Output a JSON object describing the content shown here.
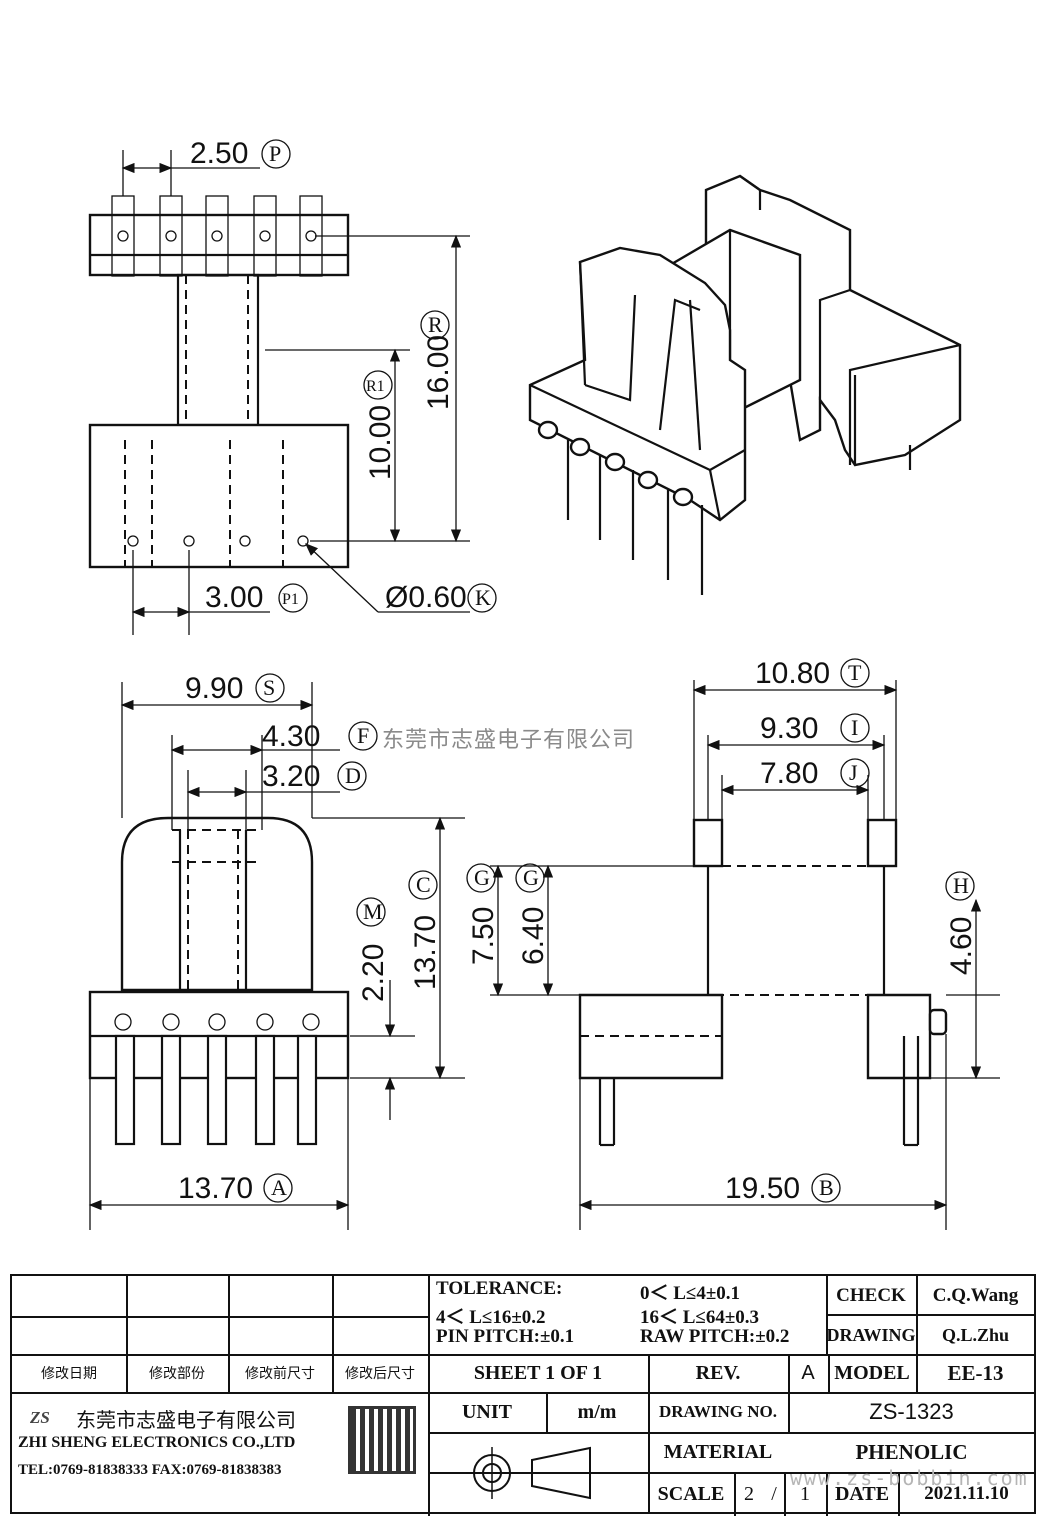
{
  "dimensions": {
    "P": "2.50",
    "R": "16.00",
    "R1": "10.00",
    "P1": "3.00",
    "K": "Ø0.60",
    "S": "9.90",
    "F": "4.30",
    "D": "3.20",
    "C": "13.70",
    "M": "2.20",
    "A": "13.70",
    "T": "10.80",
    "I": "9.30",
    "J": "7.80",
    "G1": "7.50",
    "G2": "6.40",
    "H": "4.60",
    "B": "19.50"
  },
  "tags": {
    "P": "P",
    "R": "R",
    "R1": "R1",
    "P1": "P1",
    "K": "K",
    "S": "S",
    "F": "F",
    "D": "D",
    "C": "C",
    "M": "M",
    "A": "A",
    "T": "T",
    "I": "I",
    "J": "J",
    "G": "G",
    "H": "H",
    "B": "B"
  },
  "watermark": "东莞市志盛电子有限公司",
  "watermark_url": "www.zs-bobbin.com",
  "title_block": {
    "tolerance_label": "TOLERANCE:",
    "tol_1": "0＜ L≤4±0.1",
    "tol_2": "4＜ L≤16±0.2",
    "tol_3": "16＜ L≤64±0.3",
    "pin_pitch": "PIN  PITCH:±0.1",
    "raw_pitch": "RAW  PITCH:±0.2",
    "check_label": "CHECK",
    "check_value": "C.Q.Wang",
    "drawing_label": "DRAWING",
    "drawing_value": "Q.L.Zhu",
    "rev_headers": [
      "修改日期",
      "修改部份",
      "修改前尺寸",
      "修改后尺寸"
    ],
    "sheet": "SHEET  1  OF  1",
    "rev_label": "REV.",
    "rev_value": "A",
    "model_label": "MODEL",
    "model_value": "EE-13",
    "company_cn": "东莞市志盛电子有限公司",
    "company_en": "ZHI SHENG  ELECTRONICS CO.,LTD",
    "company_tel": "TEL:0769-81838333 FAX:0769-81838383",
    "logo_text": "ZS",
    "unit_label": "UNIT",
    "unit_value": "m/m",
    "drawing_no_label": "DRAWING  NO.",
    "drawing_no_value": "ZS-1323",
    "material_label": "MATERIAL",
    "material_value": "PHENOLIC",
    "scale_label": "SCALE",
    "scale_num": "2",
    "scale_sep": "/",
    "scale_den": "1",
    "date_label": "DATE",
    "date_value": "2021.11.10"
  }
}
